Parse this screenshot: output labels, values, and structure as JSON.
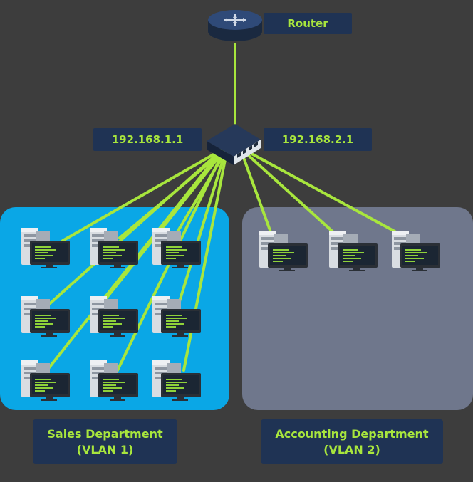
{
  "router": {
    "label": "Router"
  },
  "switch": {
    "left_ip": "192.168.1.1",
    "right_ip": "192.168.2.1"
  },
  "vlans": [
    {
      "name": "Sales Department",
      "vlan": "(VLAN 1)",
      "color": "#0aa7e6",
      "computers": 9
    },
    {
      "name": "Accounting Department",
      "vlan": "(VLAN 2)",
      "color": "#6f778c",
      "computers": 3
    }
  ],
  "colors": {
    "background": "#3d3d3d",
    "label_bg": "#1f3354",
    "label_text": "#a8e63d",
    "link": "#a8e63d"
  }
}
